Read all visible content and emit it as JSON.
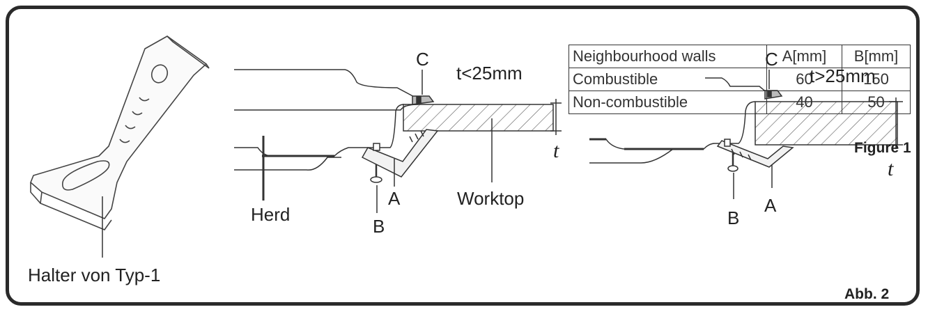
{
  "labels": {
    "holder": "Halter von Typ-1",
    "herd": "Herd",
    "c_left": "C",
    "a_left": "A",
    "b_left": "B",
    "thin_condition": "t<25mm",
    "worktop": "Worktop",
    "t_left": "t",
    "c_right": "C",
    "thick_condition": "t>25mm",
    "a_right": "A",
    "b_right": "B",
    "t_right": "t",
    "figure1": "Figure 1",
    "abb2": "Abb. 2"
  },
  "table": {
    "header": [
      "Neighbourhood walls",
      "A[mm]",
      "B[mm]"
    ],
    "rows": [
      [
        "Combustible",
        "60",
        "150"
      ],
      [
        "Non-combustible",
        "40",
        "50"
      ]
    ]
  }
}
